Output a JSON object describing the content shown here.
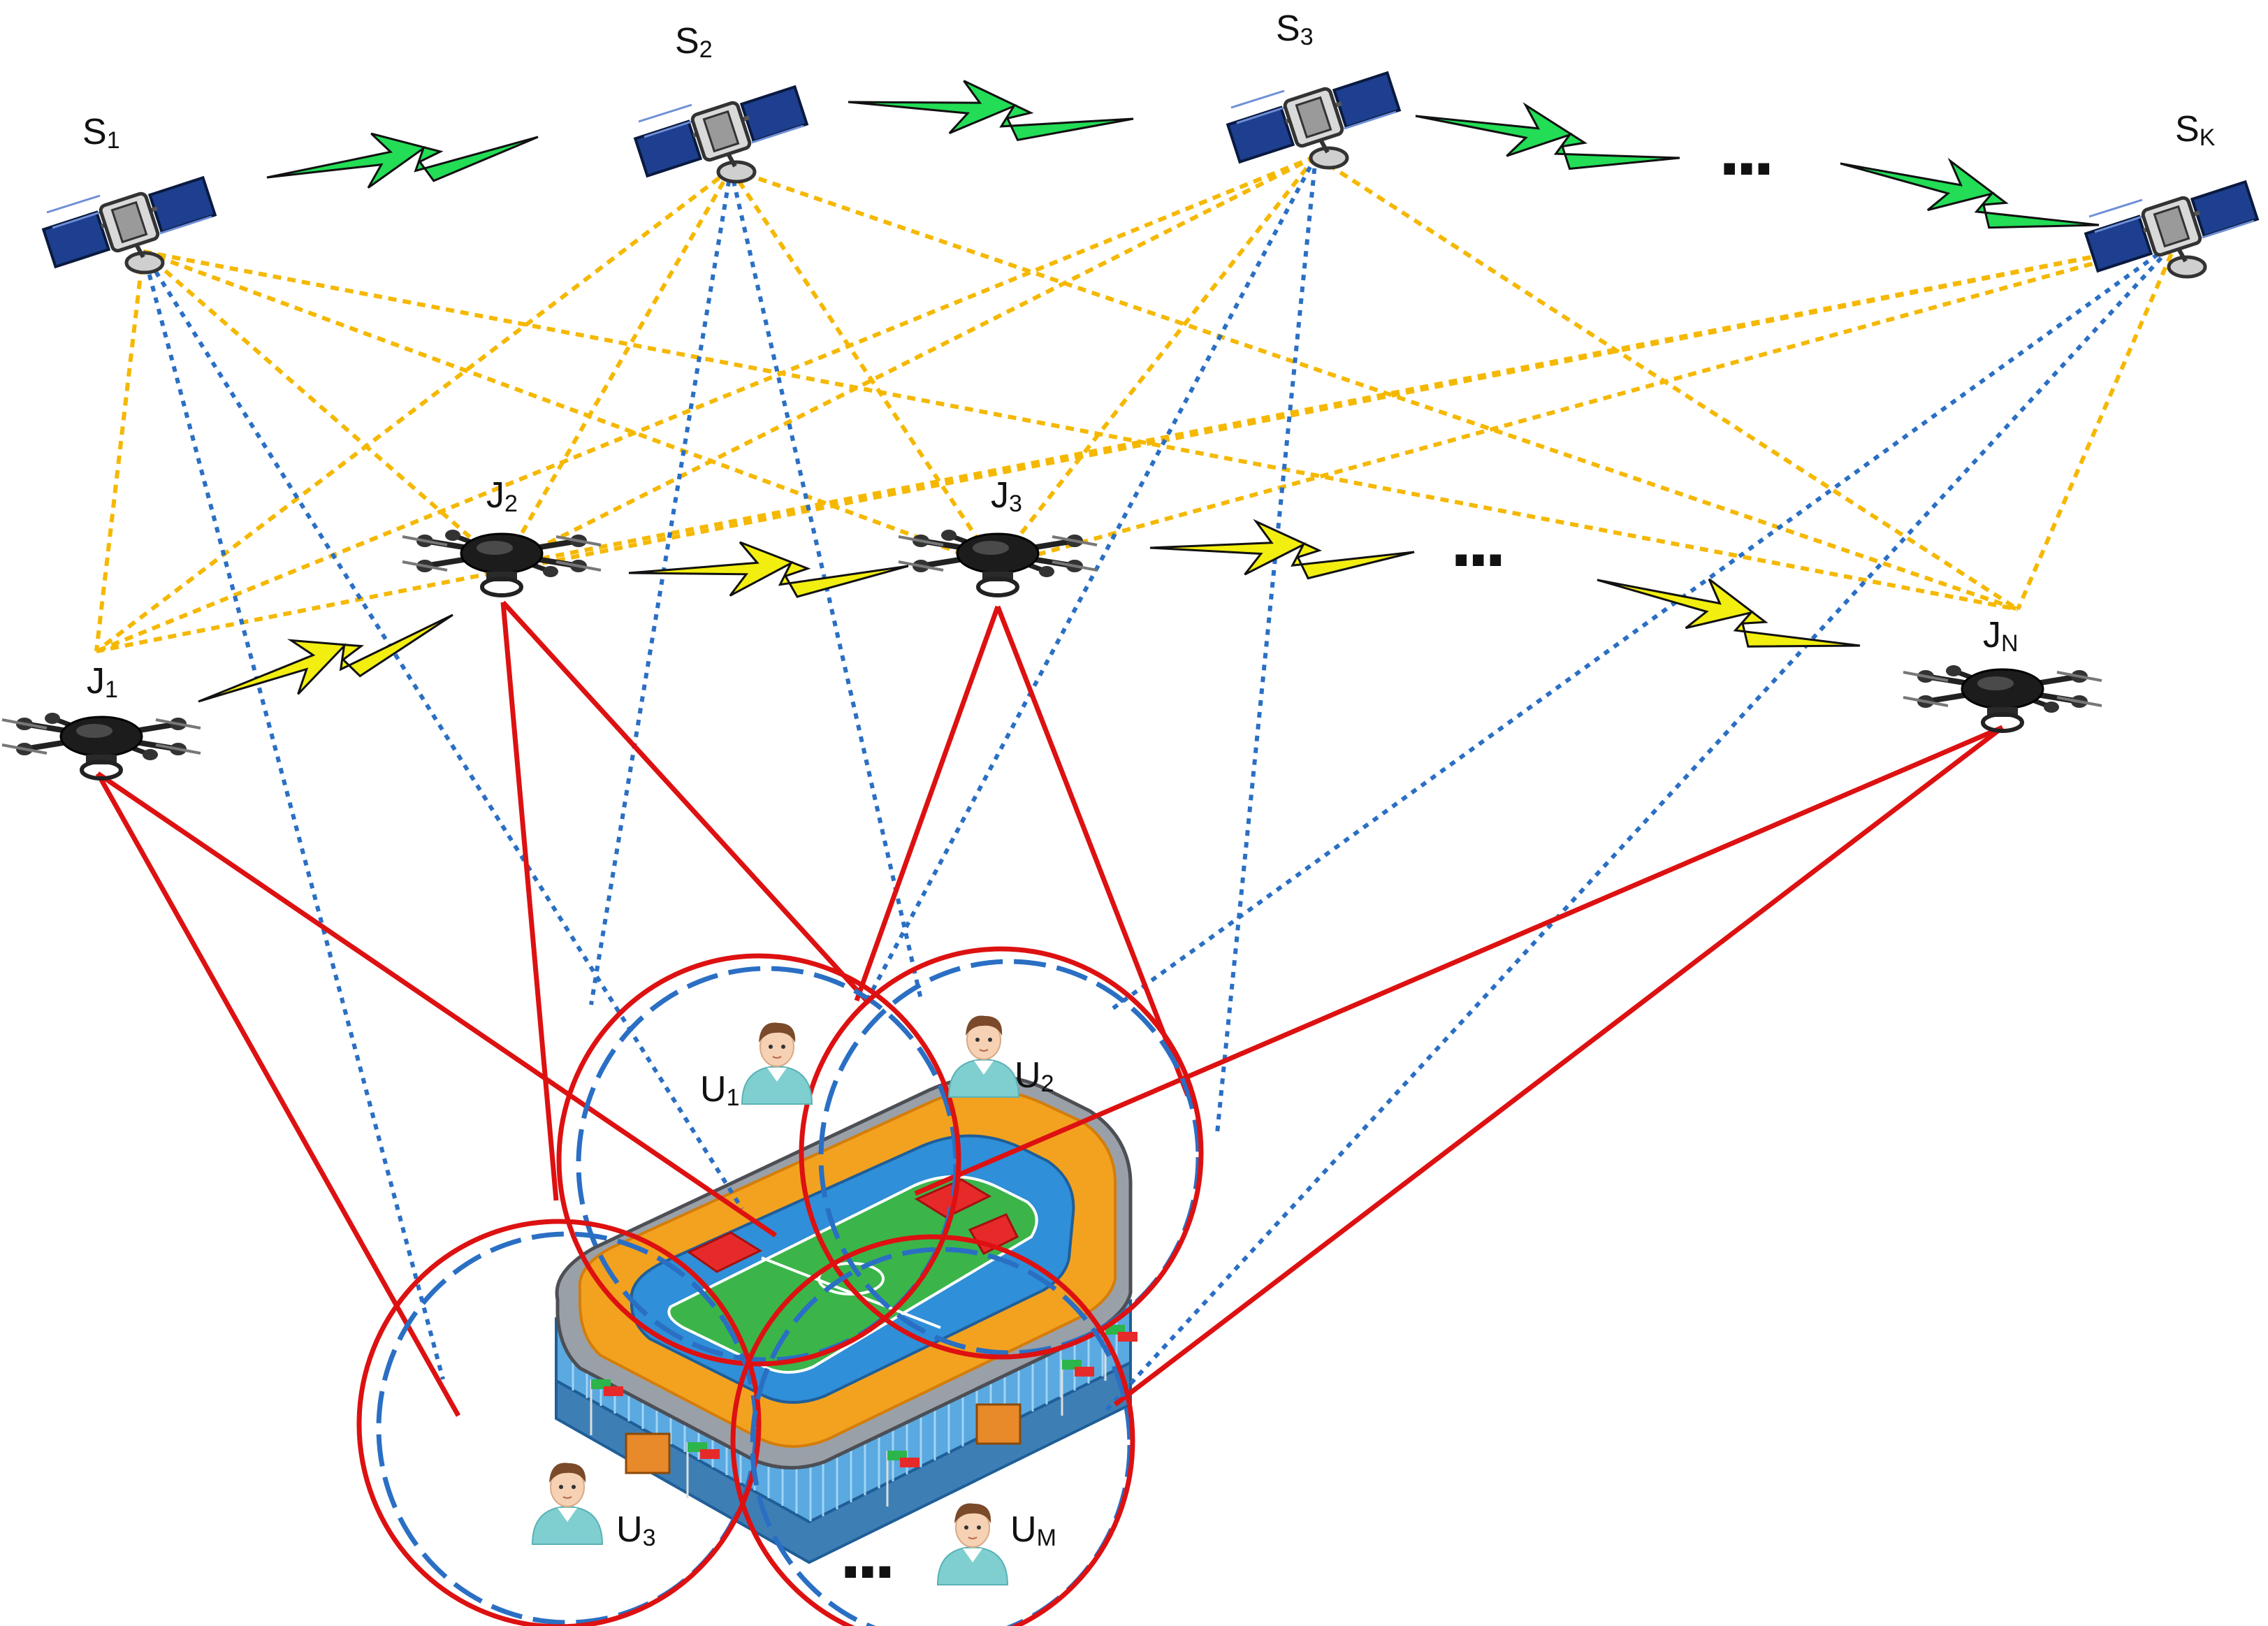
{
  "satellites": [
    {
      "id": "s1",
      "label": "S",
      "sub": "1"
    },
    {
      "id": "s2",
      "label": "S",
      "sub": "2"
    },
    {
      "id": "s3",
      "label": "S",
      "sub": "3"
    },
    {
      "id": "sk",
      "label": "S",
      "sub": "K"
    }
  ],
  "satellite_ellipsis": "...",
  "uavs": [
    {
      "id": "j1",
      "label": "J",
      "sub": "1"
    },
    {
      "id": "j2",
      "label": "J",
      "sub": "2"
    },
    {
      "id": "j3",
      "label": "J",
      "sub": "3"
    },
    {
      "id": "jn",
      "label": "J",
      "sub": "N"
    }
  ],
  "uav_ellipsis": "...",
  "users": [
    {
      "id": "u1",
      "label": "U",
      "sub": "1"
    },
    {
      "id": "u2",
      "label": "U",
      "sub": "2"
    },
    {
      "id": "u3",
      "label": "U",
      "sub": "3"
    },
    {
      "id": "um",
      "label": "U",
      "sub": "M"
    }
  ],
  "user_ellipsis": "...",
  "colors": {
    "satellite_to_uav": "#f5b800",
    "satellite_to_user": "#2a6fc4",
    "uav_to_user": "#dd1111",
    "inter_satellite_link": "#22dd55",
    "inter_uav_link": "#f2ee10"
  }
}
